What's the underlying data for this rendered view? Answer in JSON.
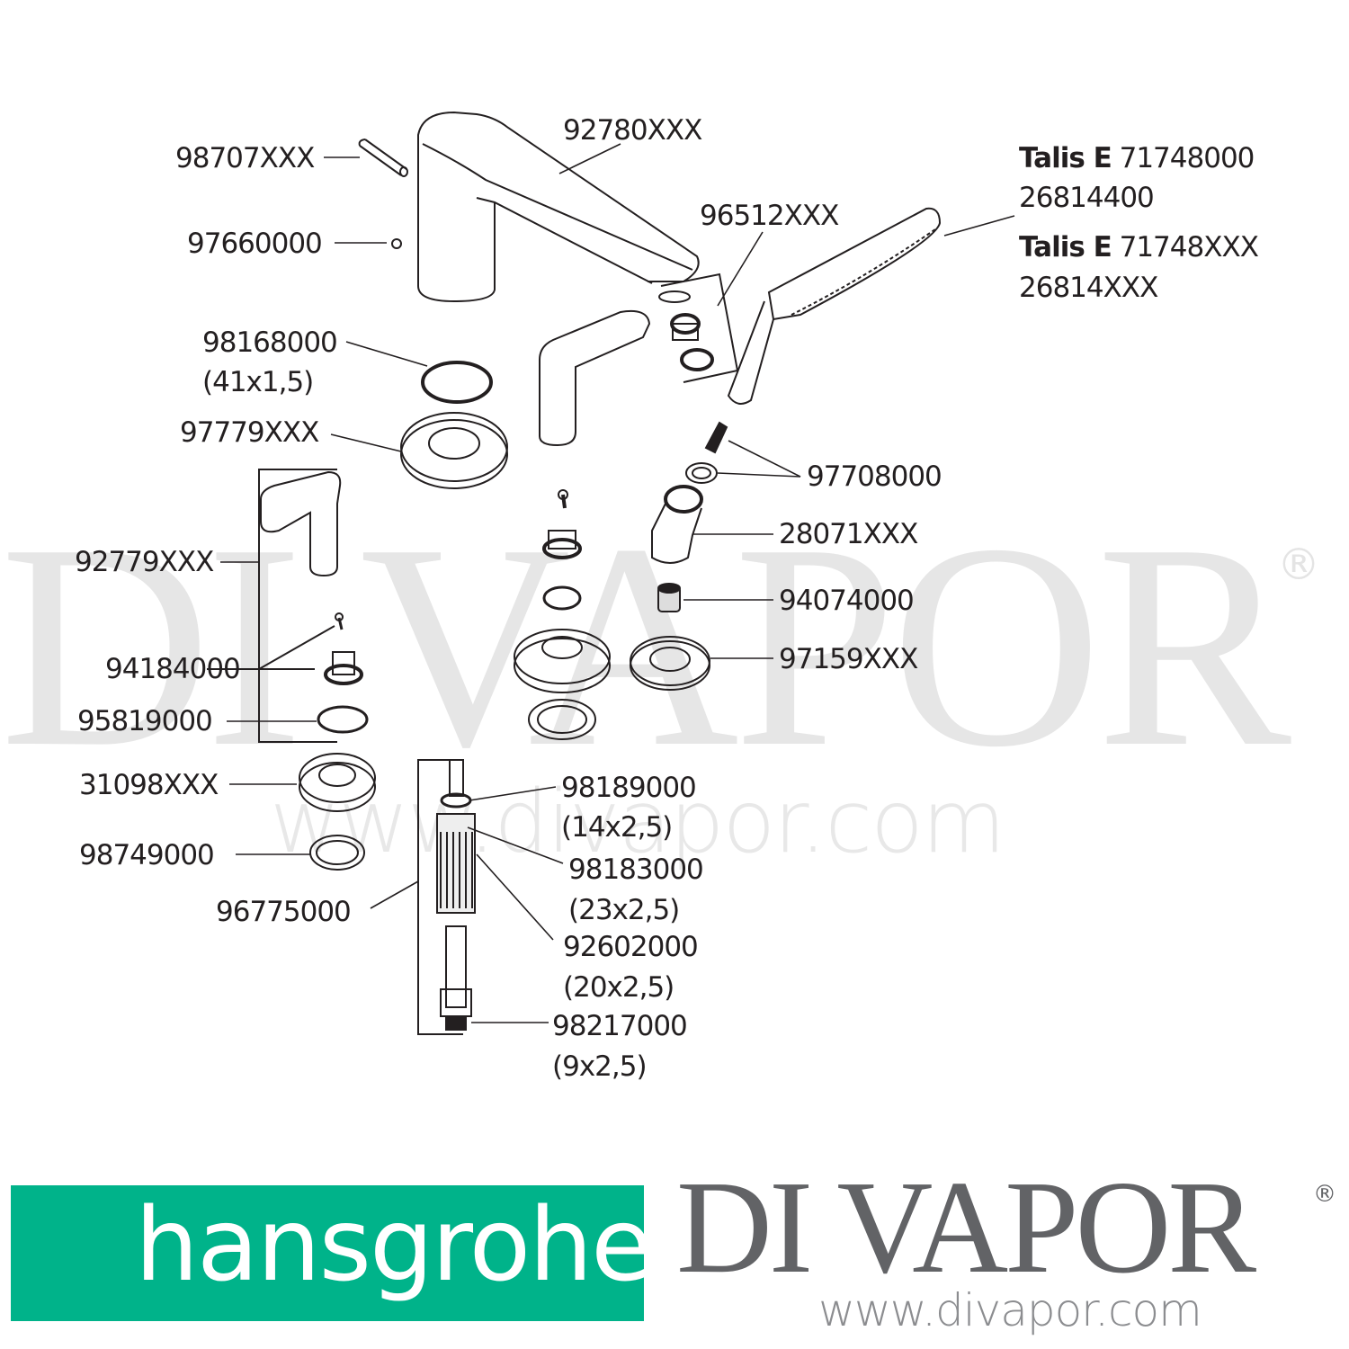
{
  "watermark": {
    "brand": "DI VAPOR",
    "registered": "®",
    "url": "www.divapor.com"
  },
  "product_labels": [
    {
      "line1_bold": "Talis E",
      "line1": " 71748000",
      "line2": "26814400"
    },
    {
      "line1_bold": "Talis E",
      "line1": " 71748XXX",
      "line2": "26814XXX"
    }
  ],
  "parts": {
    "p98707": "98707XXX",
    "p92780": "92780XXX",
    "p97660": "97660000",
    "p96512": "96512XXX",
    "p98168": "98168000",
    "p98168_size": "(41x1,5)",
    "p97779": "97779XXX",
    "p97708": "97708000",
    "p28071": "28071XXX",
    "p92779": "92779XXX",
    "p94074": "94074000",
    "p94184": "94184000",
    "p97159": "97159XXX",
    "p95819": "95819000",
    "p31098": "31098XXX",
    "p98189": "98189000",
    "p98189_size": "(14x2,5)",
    "p98749": "98749000",
    "p98183": "98183000",
    "p98183_size": "(23x2,5)",
    "p96775": "96775000",
    "p92602": "92602000",
    "p92602_size": "(20x2,5)",
    "p98217": "98217000",
    "p98217_size": "(9x2,5)"
  },
  "footer": {
    "hansgrohe_logo_text": "hansgrohe",
    "hansgrohe_color": "#00b38a",
    "divapor_logo_text": "DI VAPOR",
    "divapor_registered": "®",
    "divapor_url": "www.divapor.com",
    "divapor_color": "#626366"
  }
}
